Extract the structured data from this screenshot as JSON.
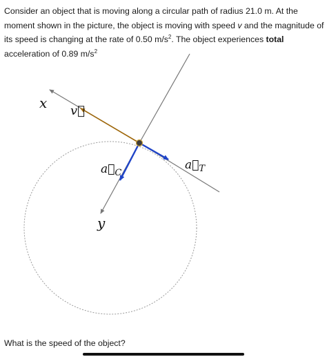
{
  "problem": {
    "p1": "Consider an object that is moving along a circular path of radius 21.0 m. At the moment shown in the picture, the object is moving with speed ",
    "v_var": "v",
    "p2": " and the magnitude of its speed is changing at the rate of 0.50 m/s",
    "exp1": "2",
    "p3": ". The object experiences ",
    "bold_word": "total",
    "p4": " acceleration of 0.89 m/s",
    "exp2": "2"
  },
  "figure": {
    "label_x": "x",
    "label_v": "v⃗",
    "label_ac_base": "a⃗",
    "label_ac_sub": "C",
    "label_at_base": "a⃗",
    "label_at_sub": "T",
    "label_y": "y",
    "colors": {
      "axis": "#777777",
      "velocity": "#a0680a",
      "acceleration": "#1f44c8",
      "circle": "#9a9a9a",
      "object": "#3c3c3c"
    }
  },
  "question": "What is the speed of the object?"
}
